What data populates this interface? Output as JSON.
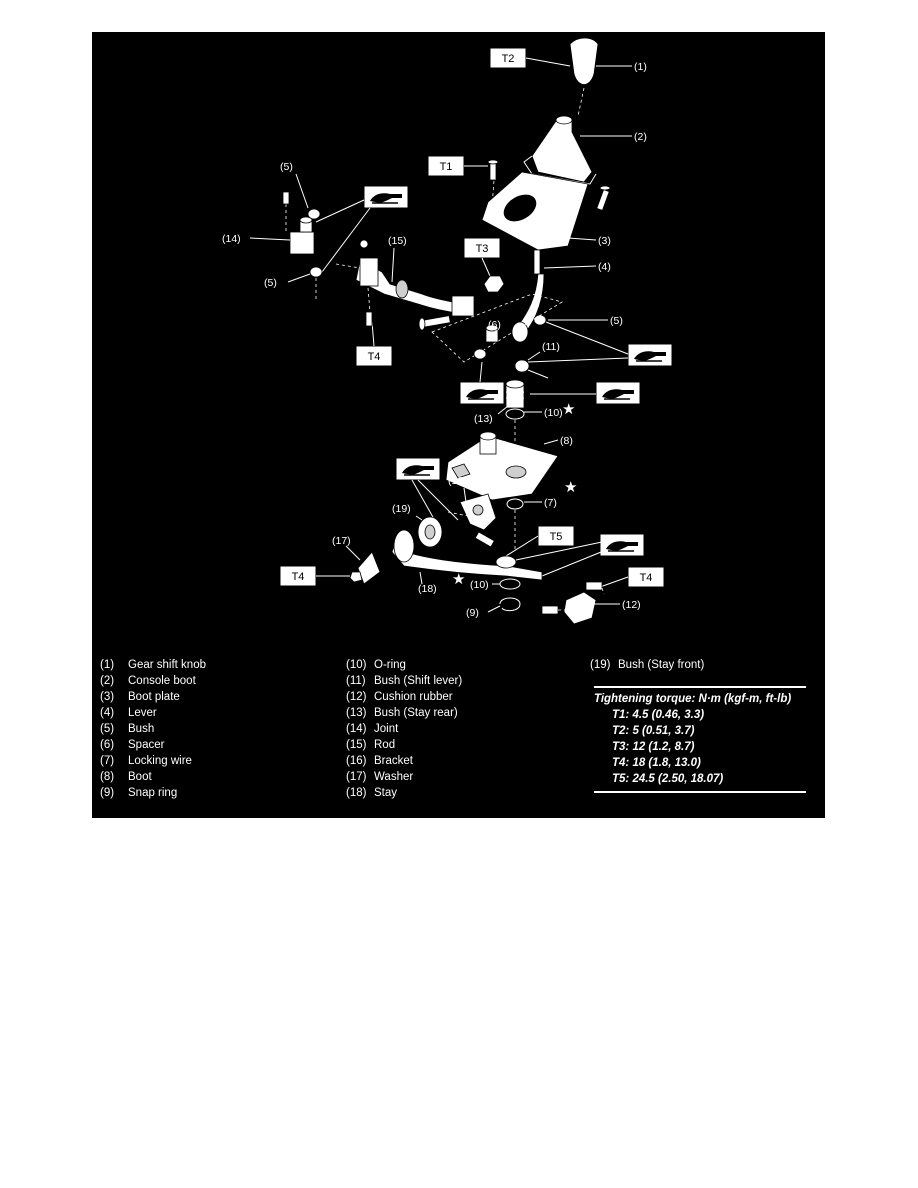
{
  "torque_tags": {
    "t1": "T1",
    "t2": "T2",
    "t3": "T3",
    "t4": "T4",
    "t5": "T5"
  },
  "callouts": {
    "c1": "(1)",
    "c2": "(2)",
    "c3": "(3)",
    "c4": "(4)",
    "c5": "(5)",
    "c6": "(6)",
    "c7": "(7)",
    "c8": "(8)",
    "c9": "(9)",
    "c10": "(10)",
    "c11": "(11)",
    "c12": "(12)",
    "c13": "(13)",
    "c14": "(14)",
    "c15": "(15)",
    "c16": "(16)",
    "c17": "(17)",
    "c18": "(18)",
    "c19": "(19)"
  },
  "star_symbol": "★",
  "legend": {
    "col1": [
      {
        "num": "(1)",
        "name": "Gear shift knob"
      },
      {
        "num": "(2)",
        "name": "Console boot"
      },
      {
        "num": "(3)",
        "name": "Boot plate"
      },
      {
        "num": "(4)",
        "name": "Lever"
      },
      {
        "num": "(5)",
        "name": "Bush"
      },
      {
        "num": "(6)",
        "name": "Spacer"
      },
      {
        "num": "(7)",
        "name": "Locking wire"
      },
      {
        "num": "(8)",
        "name": "Boot"
      },
      {
        "num": "(9)",
        "name": "Snap ring"
      }
    ],
    "col2": [
      {
        "num": "(10)",
        "name": "O-ring"
      },
      {
        "num": "(11)",
        "name": "Bush (Shift lever)"
      },
      {
        "num": "(12)",
        "name": "Cushion rubber"
      },
      {
        "num": "(13)",
        "name": "Bush (Stay rear)"
      },
      {
        "num": "(14)",
        "name": "Joint"
      },
      {
        "num": "(15)",
        "name": "Rod"
      },
      {
        "num": "(16)",
        "name": "Bracket"
      },
      {
        "num": "(17)",
        "name": "Washer"
      },
      {
        "num": "(18)",
        "name": "Stay"
      }
    ],
    "col3": [
      {
        "num": "(19)",
        "name": "Bush (Stay front)"
      }
    ]
  },
  "torque_spec": {
    "title": "Tightening torque: N·m (kgf-m, ft-lb)",
    "lines": [
      "T1: 4.5 (0.46, 3.3)",
      "T2: 5 (0.51, 3.7)",
      "T3: 12 (1.2, 8.7)",
      "T4: 18 (1.8, 13.0)",
      "T5: 24.5 (2.50, 18.07)"
    ]
  }
}
